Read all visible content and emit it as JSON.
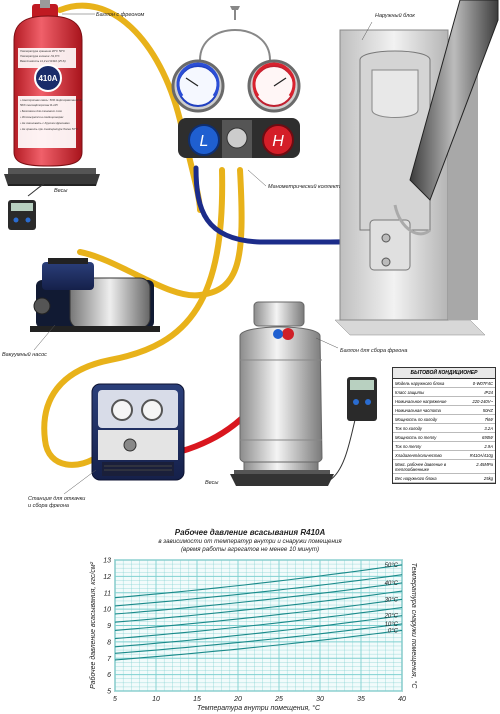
{
  "labels": {
    "freon_cylinder": "Баллон с фреоном",
    "scales_top": "Весы",
    "manifold": "Манометрический коллектор",
    "outdoor_unit": "Наружный блок",
    "vacuum_pump": "Вакуумный насос",
    "recovery_cylinder": "Баллон для сбора фреона",
    "recovery_station": "Станция для откачки и сбора фреона",
    "scales_bottom": "Весы",
    "gauge_low": "L",
    "gauge_high": "H",
    "cylinder_brand": "410A"
  },
  "cylinder_text": [
    "Температура хранения 30°С 50°С",
    "Температура кипения -51,6°С",
    "Вместимость 11,3 кг/ R410 (25 lb)",
    "• Азеотропная смесь: 50% дифторметан R-32",
    "  50% пентафторэтан R-125",
    "• Безопасен для озонового слоя",
    "• Используется в кондиционерах",
    "• Не смешивать с другими фреонами",
    "• Не хранить при температуре более 50°С"
  ],
  "specs": {
    "title": "БЫТОВОЙ КОНДИЦИОНЕР",
    "rows": [
      {
        "k": "Модель наружного блока",
        "v": "0-W07F4C"
      },
      {
        "k": "Класс защиты",
        "v": "IP24"
      },
      {
        "k": "Номинальное напряжение",
        "v": "220-240V~"
      },
      {
        "k": "Номинальная частота",
        "v": "50HZ"
      },
      {
        "k": "Мощность по холоду",
        "v": "7kW"
      },
      {
        "k": "Ток по холоду",
        "v": "3.2A"
      },
      {
        "k": "Мощность по теплу",
        "v": "690W"
      },
      {
        "k": "Ток по теплу",
        "v": "2.9A"
      },
      {
        "k": "Хладагент/количество",
        "v": "R410A/410g"
      },
      {
        "k": "Макс. рабочее давление в теплообменнике",
        "v": "2.45MPa"
      },
      {
        "k": "Вес наружного блока",
        "v": "25kg"
      }
    ]
  },
  "chart_data": {
    "type": "line",
    "title": "Рабочее давление всасывания R410A",
    "subtitle": "в зависимости от температур внутри и снаружи помещения",
    "subtitle2": "(время работы агрегатов не менее 10 минут)",
    "xlabel": "Температура внутри помещения, °С",
    "ylabel": "Рабочее давление всасывания, кгс/см²",
    "y2label": "Температура снаружи помещения, °С",
    "xlim": [
      5,
      40
    ],
    "ylim": [
      5,
      13
    ],
    "xticks": [
      5,
      10,
      15,
      20,
      25,
      30,
      35,
      40
    ],
    "yticks": [
      5,
      6,
      7,
      8,
      9,
      10,
      11,
      12,
      13
    ],
    "series": [
      {
        "name": "50°С",
        "x": [
          5,
          40
        ],
        "y": [
          10.7,
          12.7
        ]
      },
      {
        "name": "",
        "x": [
          5,
          40
        ],
        "y": [
          10.2,
          12.1
        ]
      },
      {
        "name": "40°С",
        "x": [
          5,
          40
        ],
        "y": [
          9.7,
          11.6
        ]
      },
      {
        "name": "",
        "x": [
          5,
          40
        ],
        "y": [
          9.2,
          11.1
        ]
      },
      {
        "name": "30°С",
        "x": [
          5,
          40
        ],
        "y": [
          8.7,
          10.6
        ]
      },
      {
        "name": "",
        "x": [
          5,
          40
        ],
        "y": [
          8.2,
          10.1
        ]
      },
      {
        "name": "20°С",
        "x": [
          5,
          40
        ],
        "y": [
          7.7,
          9.6
        ]
      },
      {
        "name": "10°С",
        "x": [
          5,
          40
        ],
        "y": [
          7.3,
          9.1
        ]
      },
      {
        "name": "0°С",
        "x": [
          5,
          40
        ],
        "y": [
          6.9,
          8.7
        ]
      }
    ],
    "colors": {
      "line": "#1a8a8a",
      "grid": "#7fd0d0",
      "plot_bg": "#f2fbfb"
    }
  }
}
